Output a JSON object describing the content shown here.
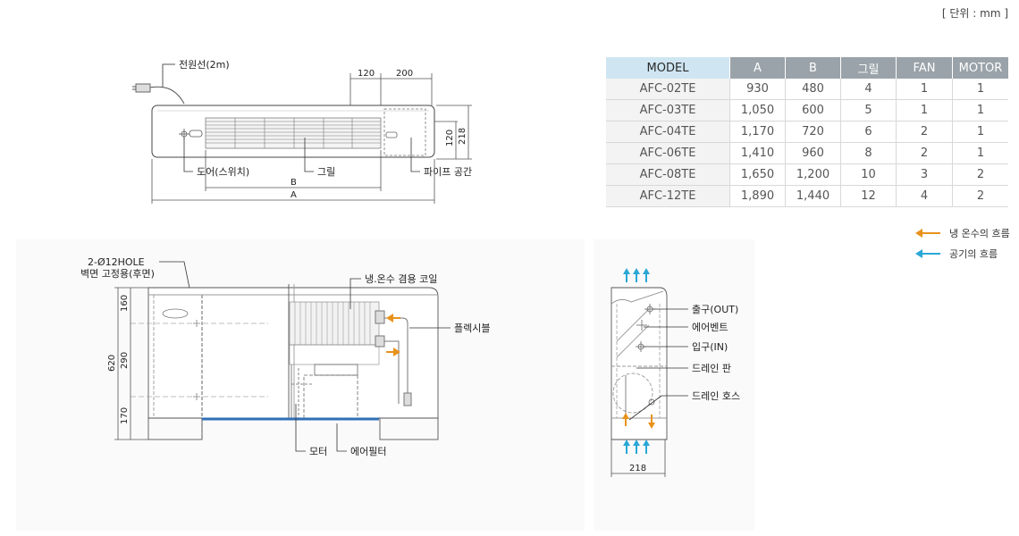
{
  "unit_label": "[ 단위 : mm ]",
  "top_view": {
    "power_cable": "전원선(2m)",
    "dim_120": "120",
    "dim_200": "200",
    "dim_120_v": "120",
    "dim_218": "218",
    "door": "도어(스위치)",
    "grille": "그릴",
    "pipe_space": "파이프 공간",
    "dim_b": "B",
    "dim_a": "A"
  },
  "table": {
    "headers": [
      "MODEL",
      "A",
      "B",
      "그릴",
      "FAN",
      "MOTOR"
    ],
    "rows": [
      [
        "AFC-02TE",
        "930",
        "480",
        "4",
        "1",
        "1"
      ],
      [
        "AFC-03TE",
        "1,050",
        "600",
        "5",
        "1",
        "1"
      ],
      [
        "AFC-04TE",
        "1,170",
        "720",
        "6",
        "2",
        "1"
      ],
      [
        "AFC-06TE",
        "1,410",
        "960",
        "8",
        "2",
        "1"
      ],
      [
        "AFC-08TE",
        "1,650",
        "1,200",
        "10",
        "3",
        "2"
      ],
      [
        "AFC-12TE",
        "1,890",
        "1,440",
        "12",
        "4",
        "2"
      ]
    ]
  },
  "legend": {
    "water_flow": "냉 온수의 흐름",
    "air_flow": "공기의 흐름",
    "water_color": "#e8921c",
    "air_color": "#2aa7d6"
  },
  "front_view": {
    "hole_label_1": "2-Ø12HOLE",
    "hole_label_2": "벽면 고정용(후면)",
    "coil": "냉.온수 겸용 코일",
    "flexible": "플렉시블",
    "dim_160": "160",
    "dim_290": "290",
    "dim_170": "170",
    "dim_620": "620",
    "motor": "모터",
    "air_filter": "에어필터",
    "filter_color": "#2f6fb5"
  },
  "side_view": {
    "outlet": "출구(OUT)",
    "air_vent": "에어벤트",
    "inlet": "입구(IN)",
    "drain_pan": "드레인 판",
    "drain_hose": "드레인 호스",
    "dim_218": "218"
  }
}
